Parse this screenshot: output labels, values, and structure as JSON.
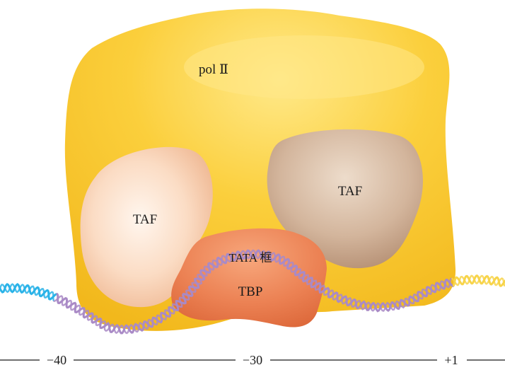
{
  "labels": {
    "pol2": "pol Ⅱ",
    "taf_left": "TAF",
    "taf_right": "TAF",
    "tata_box": "TATA 框",
    "tbp": "TBP"
  },
  "scale": {
    "pos_minus40": "−40",
    "pos_minus30": "−30",
    "pos_plus1": "+1"
  },
  "colors": {
    "pol2_fill": "#f8c62c",
    "pol2_highlight": "#ffe070",
    "taf_left_fill": "#f6c7a8",
    "taf_left_highlight": "#fff0e4",
    "taf_right_fill": "#c8a78c",
    "taf_right_highlight": "#ead8c6",
    "tbp_fill": "#e9774a",
    "tbp_highlight": "#f6a67c",
    "dna_promoter": "#a98ac6",
    "dna_upstream": "#2ab3e8",
    "dna_downstream": "#f7d44a",
    "scale_line": "#1a1a1a"
  }
}
